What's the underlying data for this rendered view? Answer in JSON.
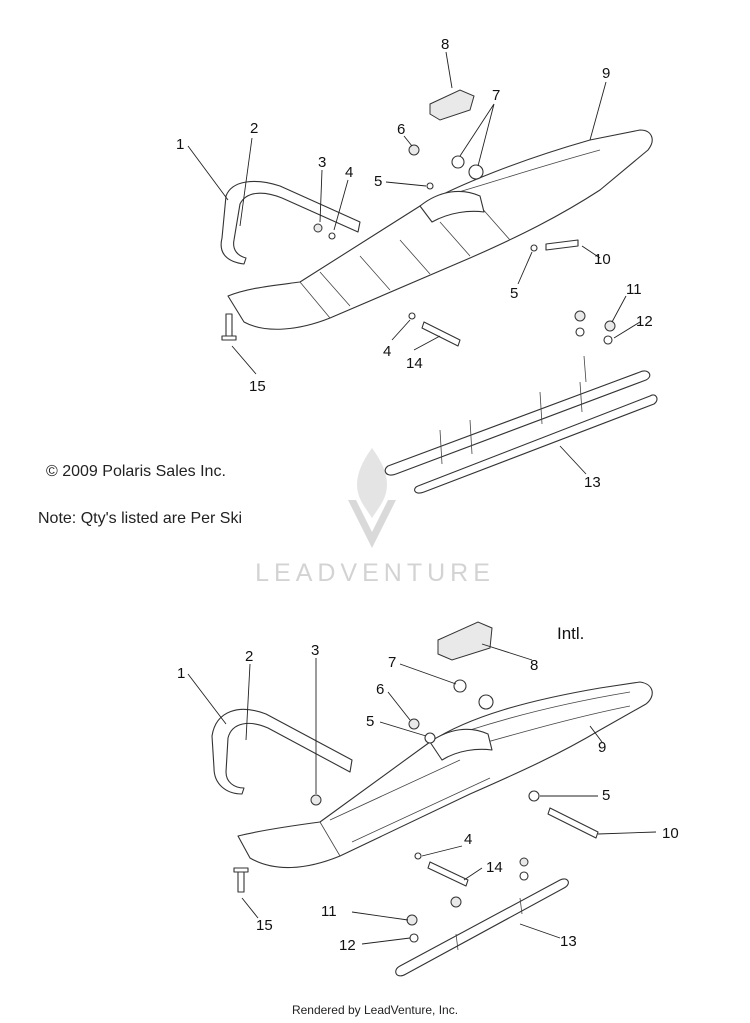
{
  "copyright": "© 2009 Polaris Sales Inc.",
  "qty_note": "Note: Qty's listed are Per Ski",
  "watermark": "LEADVENTURE",
  "intl_label": "Intl.",
  "render_credit": "Rendered by LeadVenture, Inc.",
  "diagrams": [
    {
      "name": "standard-ski",
      "callouts": [
        "1",
        "2",
        "3",
        "4",
        "5",
        "6",
        "7",
        "8",
        "9",
        "10",
        "5",
        "11",
        "12",
        "4",
        "14",
        "15",
        "13"
      ]
    },
    {
      "name": "intl-ski",
      "callouts": [
        "1",
        "2",
        "3",
        "7",
        "8",
        "6",
        "5",
        "9",
        "5",
        "10",
        "4",
        "14",
        "11",
        "12",
        "13",
        "15"
      ]
    }
  ]
}
